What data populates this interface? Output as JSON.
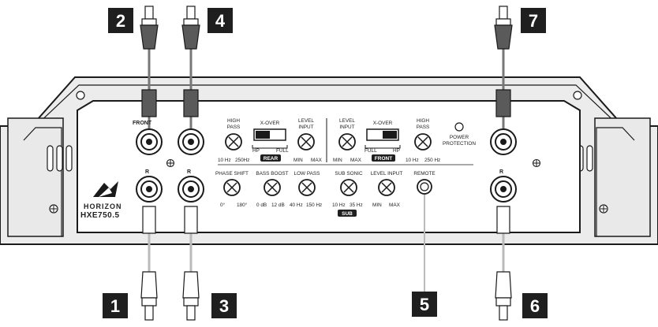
{
  "callouts": [
    "2",
    "4",
    "7",
    "1",
    "3",
    "5",
    "6"
  ],
  "brand": {
    "name": "HORIZON",
    "model": "HXE750.5"
  },
  "jack_labels": {
    "front": "FRONT",
    "rear_left": "R",
    "rear_right": "R",
    "front_right": "R"
  },
  "rear_section": {
    "high_pass": {
      "title1": "HIGH",
      "title2": "PASS",
      "min": "10 Hz",
      "max": "250Hz"
    },
    "xover": {
      "title": "X-OVER",
      "left": "HP",
      "right": "FULL",
      "tag": "REAR"
    },
    "level_input": {
      "title1": "LEVEL",
      "title2": "INPUT",
      "min": "MIN",
      "max": "MAX"
    }
  },
  "front_section": {
    "level_input": {
      "title1": "LEVEL",
      "title2": "INPUT",
      "min": "MIN",
      "max": "MAX"
    },
    "xover": {
      "title": "X-OVER",
      "left": "FULL",
      "right": "HP",
      "tag": "FRONT"
    },
    "high_pass": {
      "title1": "HIGH",
      "title2": "PASS",
      "min": "10 Hz",
      "max": "250 Hz"
    },
    "power": {
      "line1": "POWER",
      "line2": "PROTECTION"
    }
  },
  "sub_section": {
    "phase_shift": {
      "title": "PHASE SHIFT",
      "min": "0°",
      "max": "180°"
    },
    "bass_boost": {
      "title": "BASS BOOST",
      "min": "0 dB",
      "max": "12 dB"
    },
    "low_pass": {
      "title": "LOW PASS",
      "min": "40 Hz",
      "max": "150 Hz"
    },
    "sub_sonic": {
      "title": "SUB SONIC",
      "min": "10 Hz",
      "max": "35 Hz"
    },
    "level_input": {
      "title": "LEVEL INPUT",
      "min": "MIN",
      "max": "MAX"
    },
    "tag": "SUB",
    "remote": "REMOTE"
  },
  "colors": {
    "body": "#eeeeee",
    "panel": "#ffffff",
    "stroke": "#1a1a1a",
    "badge": "#1f1f1f",
    "plug_dark": "#5a5a5a",
    "plug_light": "#c8c8c8"
  }
}
